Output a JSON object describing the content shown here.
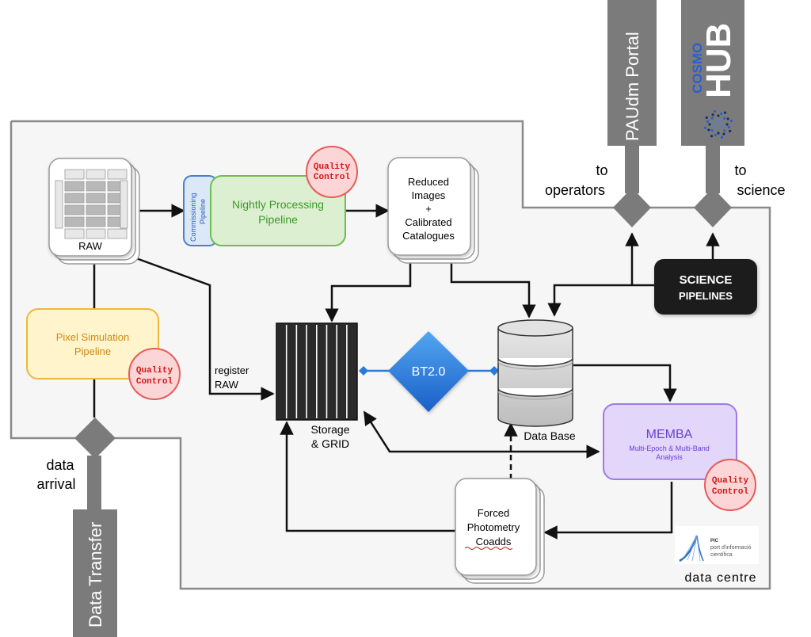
{
  "portals": {
    "paudm_label": "PAUdm Portal",
    "cosmo_small": "COSMO",
    "cosmo_big": "HUB"
  },
  "nodes": {
    "raw": "RAW",
    "commissioning": [
      "Commissioning",
      "Pipeline"
    ],
    "nightly": [
      "Nightly Processing",
      "Pipeline"
    ],
    "reduced": [
      "Reduced",
      "Images",
      "+",
      "Calibrated",
      "Catalogues"
    ],
    "pixel_sim": [
      "Pixel Simulation",
      "Pipeline"
    ],
    "storage": [
      "Storage",
      "& GRID"
    ],
    "bt": "BT2.0",
    "database": "Data Base",
    "science": [
      "SCIENCE",
      "PIPELINES"
    ],
    "memba_title": "MEMBA",
    "memba_sub": [
      "Multi-Epoch & Multi-Band",
      "Analysis"
    ],
    "forced": [
      "Forced",
      "Photometry",
      "Coadds"
    ]
  },
  "labels": {
    "to_operators": [
      "to",
      "operators"
    ],
    "to_science": [
      "to",
      "science"
    ],
    "register_raw": [
      "register",
      "RAW"
    ],
    "data_arrival": [
      "data",
      "arrival"
    ],
    "data_transfer": "Data Transfer",
    "data_centre": "data centre",
    "quality_control": [
      "Quality",
      "Control"
    ],
    "pic_logo": [
      "PIC",
      "port d'informació",
      "científica"
    ]
  },
  "colors": {
    "qc_fill": "#fcd6d6",
    "qc_stroke": "#e85a5a",
    "qc_text": "#d01818",
    "nightly_fill": "#dcefd0",
    "nightly_stroke": "#6cbf4c",
    "nightly_text": "#3c9a2a",
    "commissioning_fill": "#dbe8f8",
    "commissioning_stroke": "#4a7fd0",
    "pixel_fill": "#fff4cc",
    "pixel_stroke": "#f0b63c",
    "pixel_text": "#d08a10",
    "memba_fill": "#e2d6fb",
    "memba_stroke": "#9d7be3",
    "memba_text": "#6a3fd6",
    "bt_fill": "#2a7ad8",
    "portal_fill": "#7b7b7b",
    "science_fill": "#1c1c1c"
  }
}
